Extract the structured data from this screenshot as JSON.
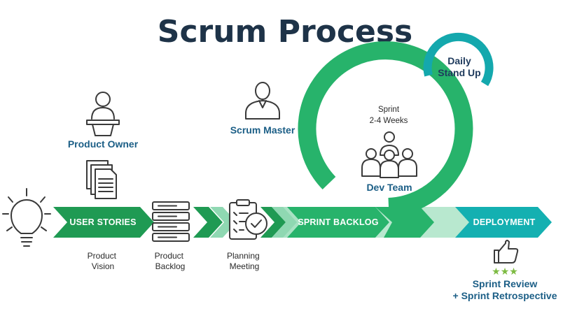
{
  "title": "Scrum Process",
  "roles": {
    "product_owner": "Product Owner",
    "scrum_master": "Scrum Master",
    "dev_team": "Dev Team"
  },
  "sprint": {
    "line1": "Sprint",
    "line2": "2-4 Weeks"
  },
  "daily_standup": {
    "line1": "Daily",
    "line2": "Stand Up"
  },
  "stages": {
    "user_stories": "USER STORIES",
    "sprint_backlog": "SPRINT BACKLOG",
    "deployment": "DEPLOYMENT"
  },
  "captions": {
    "product_vision": [
      "Product",
      "Vision"
    ],
    "product_backlog": [
      "Product",
      "Backlog"
    ],
    "planning_meeting": [
      "Planning",
      "Meeting"
    ]
  },
  "review": {
    "line1": "Sprint Review",
    "line2": "+ Sprint Retrospective",
    "stars": "★★★"
  },
  "colors": {
    "title": "#1e3348",
    "green_dark": "#1f9a53",
    "green_main": "#27b36b",
    "green_light": "#8fd8b2",
    "teal": "#14b0b1",
    "role_text": "#1b5e86",
    "star": "#7dbb42"
  },
  "icons": [
    "lightbulb-icon",
    "podium-person-icon",
    "documents-icon",
    "person-icon",
    "team-icon",
    "server-stack-icon",
    "clipboard-check-icon",
    "thumbs-up-icon",
    "star-icon"
  ]
}
